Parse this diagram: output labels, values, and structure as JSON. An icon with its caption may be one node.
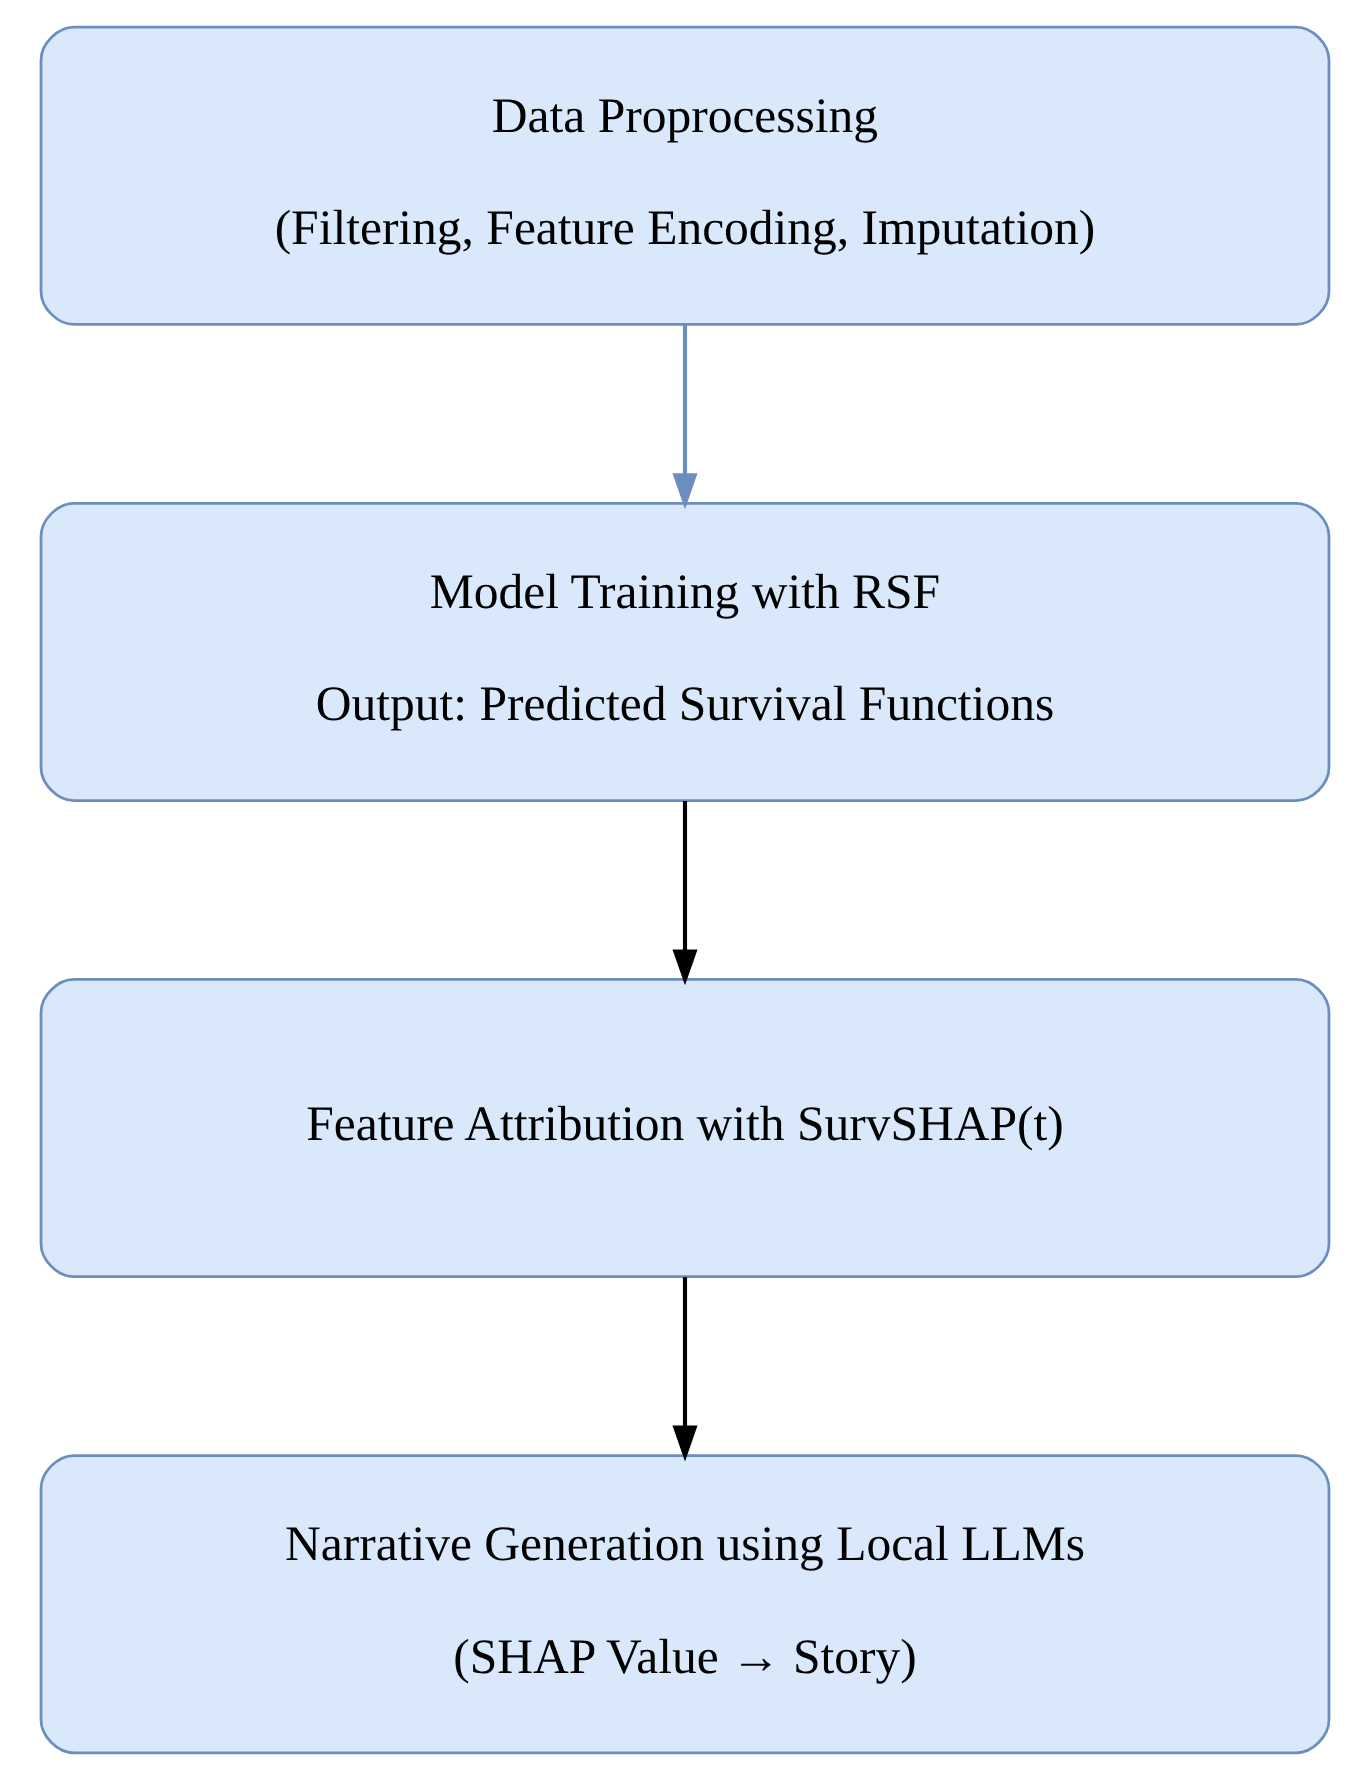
{
  "diagram": {
    "nodes": [
      {
        "text": [
          "Data Proprocessing",
          "(Filtering, Feature Encoding, Imputation)"
        ]
      },
      {
        "text": [
          "Model Training with RSF",
          "Output: Predicted Survival Functions"
        ]
      },
      {
        "text": [
          "Feature Attribution with SurvSHAP(t)"
        ]
      },
      {
        "text": [
          "Narrative Generation using Local LLMs",
          "(SHAP Value → Story)"
        ]
      }
    ],
    "edges": [
      {
        "from": 0,
        "to": 1,
        "arrow": "to",
        "color": "#6c8ebf"
      },
      {
        "from": 1,
        "to": 2,
        "arrow": "to"
      },
      {
        "from": 2,
        "to": 3,
        "arrow": "to"
      }
    ]
  }
}
